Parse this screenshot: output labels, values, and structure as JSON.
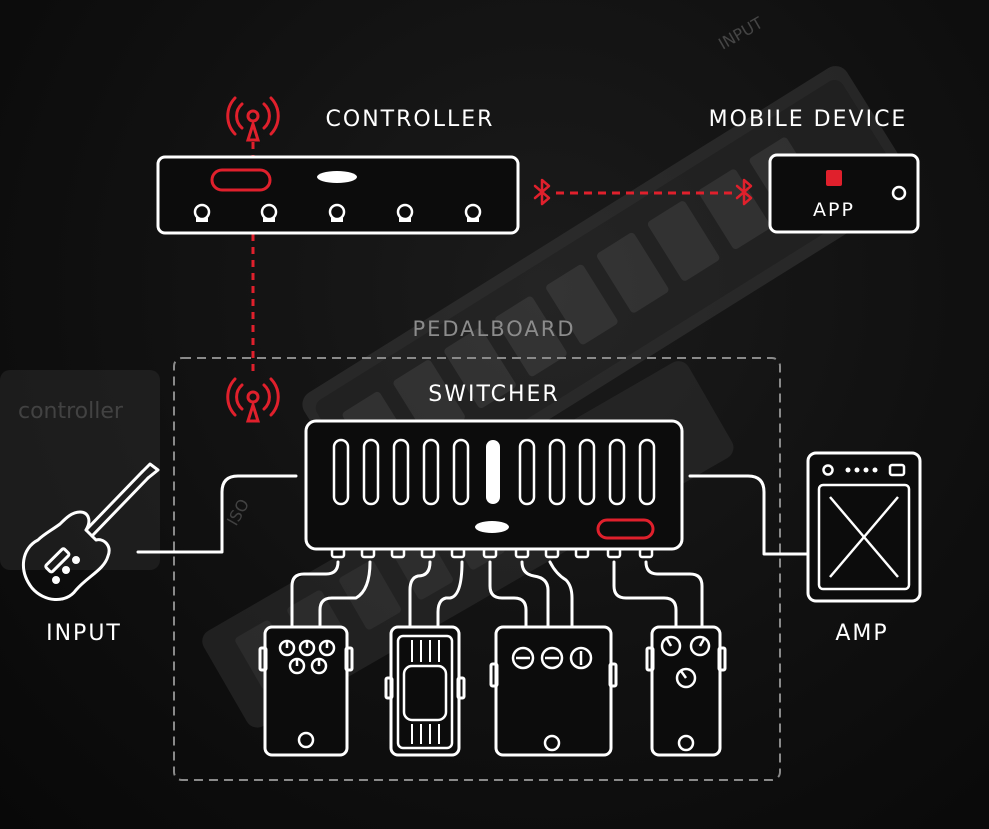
{
  "labels": {
    "controller": "CONTROLLER",
    "mobile_device": "MOBILE DEVICE",
    "app": "APP",
    "pedalboard": "PEDALBOARD",
    "switcher": "SWITCHER",
    "input": "INPUT",
    "amp": "AMP"
  },
  "background_text": {
    "controller_brand": "controller",
    "key_input": "INPUT",
    "key_iso": "ISO"
  },
  "colors": {
    "background": "#0c0c0c",
    "line": "#ffffff",
    "accent_red": "#e0202c",
    "dashed_border": "#8a8a8a",
    "pedalboard_label": "#8c8c8c"
  },
  "icons": {
    "wireless": "wireless-signal-icon",
    "bluetooth": "bluetooth-icon",
    "guitar": "electric-guitar-icon",
    "amp": "amplifier-icon"
  }
}
